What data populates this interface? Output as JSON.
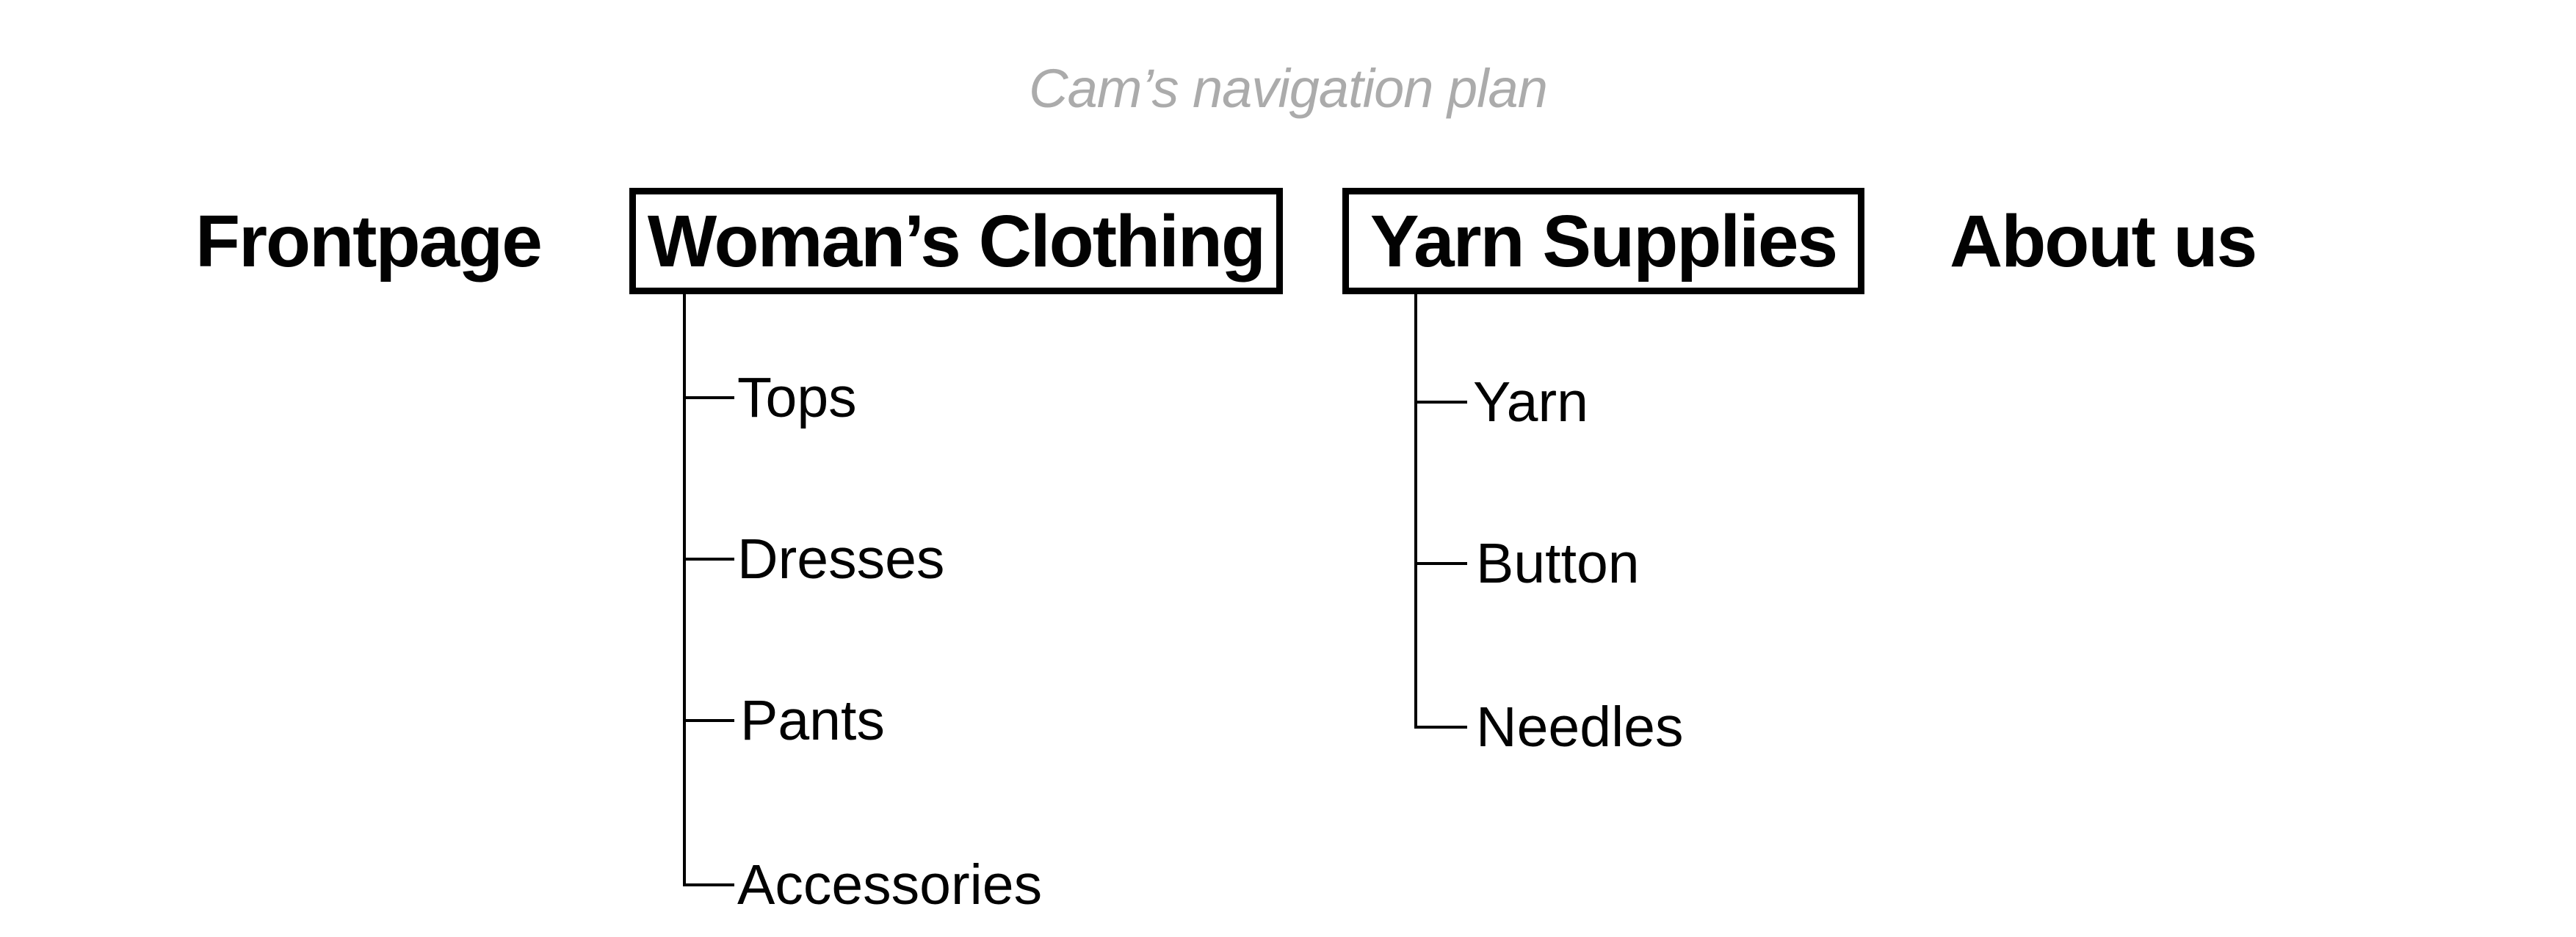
{
  "title": "Cam’s navigation plan",
  "nav": {
    "items": [
      {
        "label": "Frontpage",
        "boxed": false,
        "children": []
      },
      {
        "label": "Woman’s Clothing",
        "boxed": true,
        "children": [
          "Tops",
          "Dresses",
          "Pants",
          "Accessories"
        ]
      },
      {
        "label": "Yarn Supplies",
        "boxed": true,
        "children": [
          "Yarn",
          "Button",
          "Needles"
        ]
      },
      {
        "label": "About us",
        "boxed": false,
        "children": []
      }
    ]
  },
  "colors": {
    "title_gray": "#ababab",
    "text_black": "#020202",
    "line_black": "#000000",
    "background": "#ffffff"
  }
}
